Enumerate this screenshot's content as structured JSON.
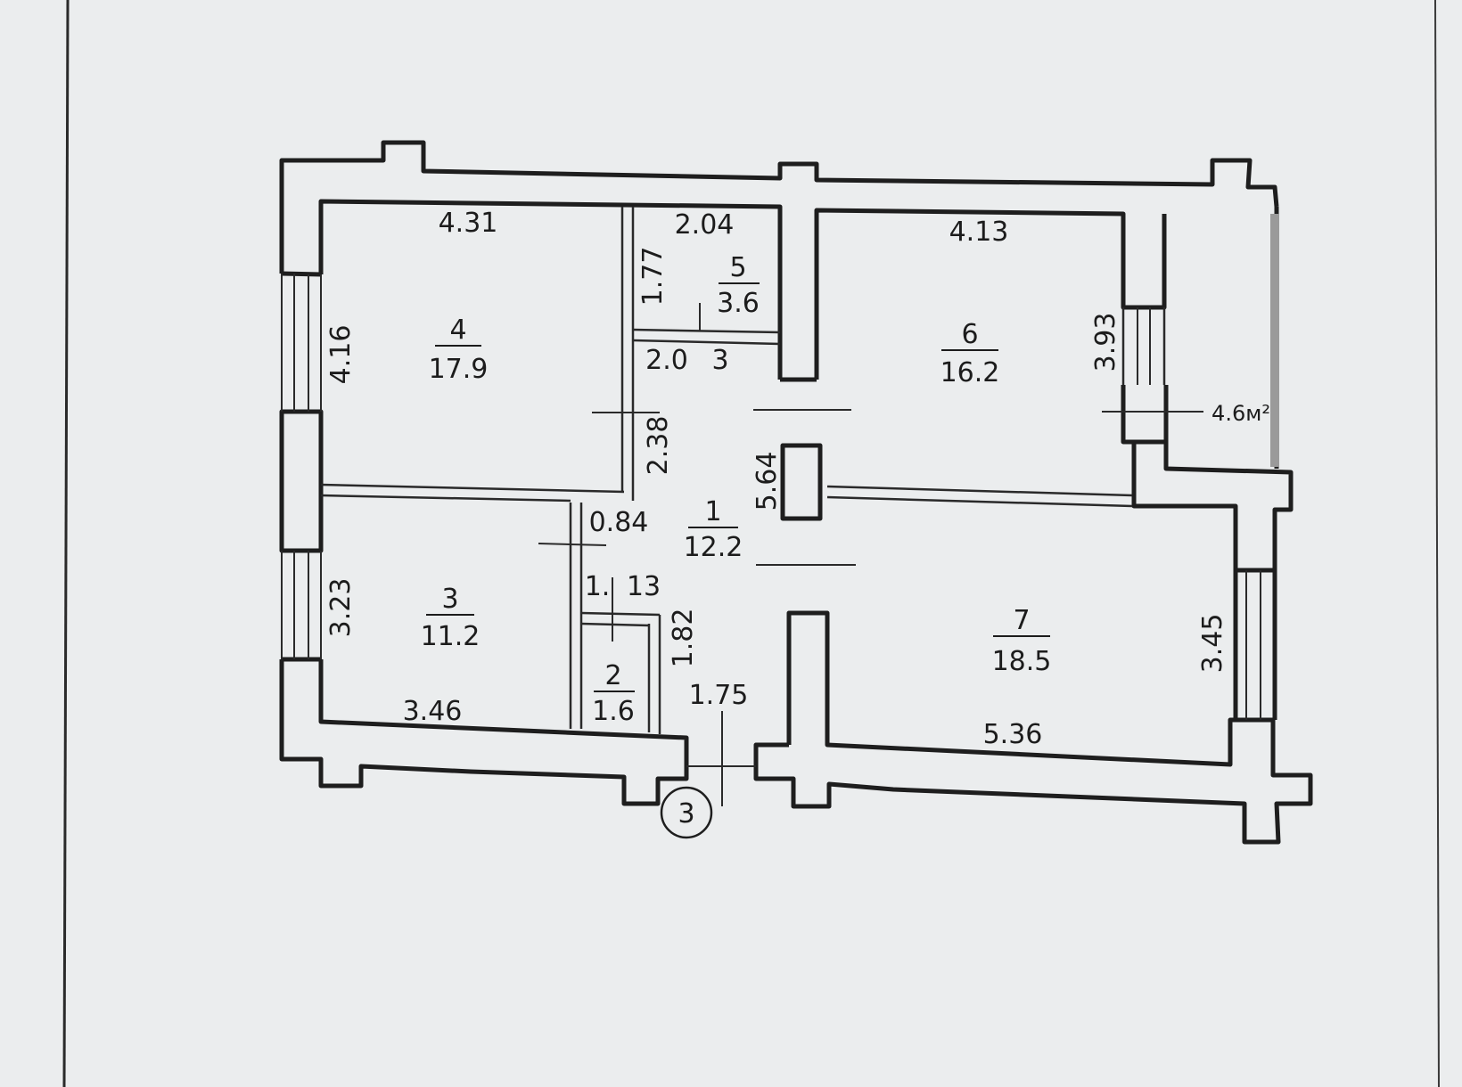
{
  "plan": {
    "rooms": [
      {
        "id": "room-1",
        "number": "1",
        "area": "12.2"
      },
      {
        "id": "room-2",
        "number": "2",
        "area": "1.6"
      },
      {
        "id": "room-3",
        "number": "3",
        "area": "11.2"
      },
      {
        "id": "room-4",
        "number": "4",
        "area": "17.9"
      },
      {
        "id": "room-5",
        "number": "5",
        "area": "3.6"
      },
      {
        "id": "room-6",
        "number": "6",
        "area": "16.2"
      },
      {
        "id": "room-7",
        "number": "7",
        "area": "18.5"
      }
    ],
    "dimensions": {
      "d_431": "4.31",
      "d_204": "2.04",
      "d_177": "1.77",
      "d_416": "4.16",
      "d_20": "2.0",
      "d_3": "3",
      "d_238": "2.38",
      "d_084": "0.84",
      "d_113a": "1.",
      "d_113b": "13",
      "d_182": "1.82",
      "d_175": "1.75",
      "d_346": "3.46",
      "d_323": "3.23",
      "d_564": "5.64",
      "d_413": "4.13",
      "d_393": "3.93",
      "d_46": "4.6м²",
      "d_345": "3.45",
      "d_536": "5.36"
    },
    "marker": "3"
  }
}
